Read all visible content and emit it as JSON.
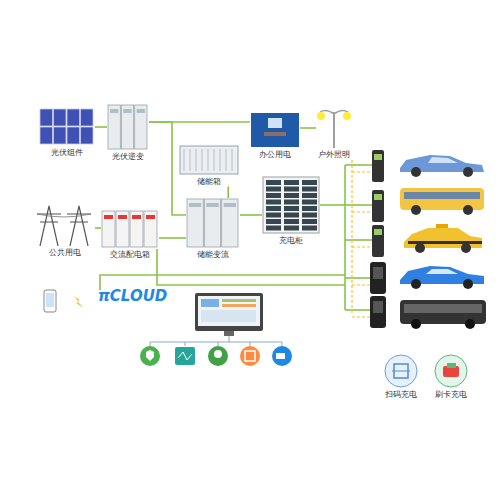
{
  "diagram": {
    "nodes": [
      {
        "text": [
          "光伏组件"
        ]
      },
      {
        "text": [
          "光伏逆变"
        ]
      },
      {
        "text": [
          "储能箱"
        ]
      },
      {
        "text": [
          "办公用电"
        ]
      },
      {
        "text": [
          "户外照明"
        ]
      },
      {
        "text": [
          "公共用电"
        ]
      },
      {
        "text": [
          "交流配电箱"
        ]
      },
      {
        "text": [
          "储能变流"
        ]
      },
      {
        "text": [
          "充电柜"
        ]
      },
      {
        "text": [
          "扫码充电"
        ]
      },
      {
        "text": [
          "刷卡充电"
        ]
      }
    ],
    "edges": [
      {
        "from": 0,
        "to": 1,
        "arrow": "none"
      },
      {
        "from": 1,
        "to": 7,
        "arrow": "none"
      },
      {
        "from": 1,
        "to": 3,
        "arrow": "none"
      },
      {
        "from": 3,
        "to": 4,
        "arrow": "none"
      },
      {
        "from": 5,
        "to": 6,
        "arrow": "none"
      },
      {
        "from": 6,
        "to": 7,
        "arrow": "none"
      },
      {
        "from": 2,
        "to": 7,
        "arrow": "none"
      },
      {
        "from": 7,
        "to": 8,
        "arrow": "none"
      }
    ],
    "labels": [
      "πCLOUD"
    ]
  }
}
